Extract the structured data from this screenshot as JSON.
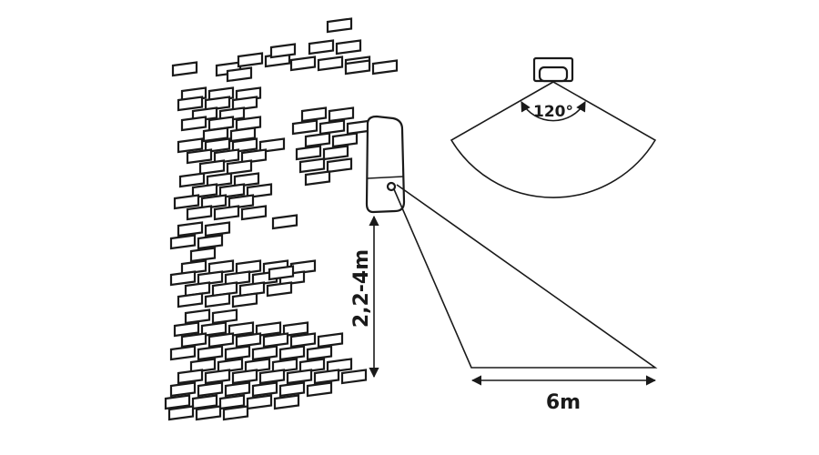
{
  "labels": {
    "mount_height": "2,2-4m",
    "detection_range": "6m",
    "detection_angle": "120°"
  }
}
